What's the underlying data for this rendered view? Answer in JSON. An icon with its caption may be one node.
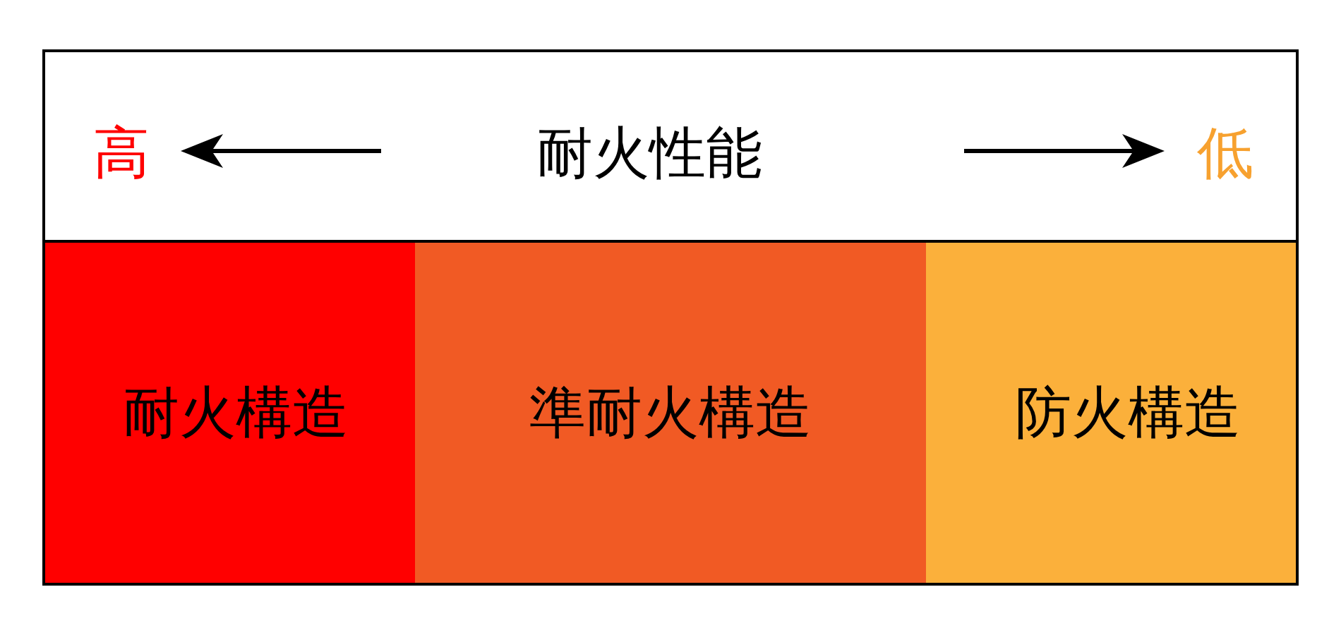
{
  "diagram": {
    "nodes": [
      {
        "text": [
          "耐火構造"
        ]
      },
      {
        "text": [
          "準耐火構造"
        ]
      },
      {
        "text": [
          "防火構造"
        ]
      }
    ],
    "labels": [
      "高",
      "耐火性能",
      "低"
    ]
  }
}
